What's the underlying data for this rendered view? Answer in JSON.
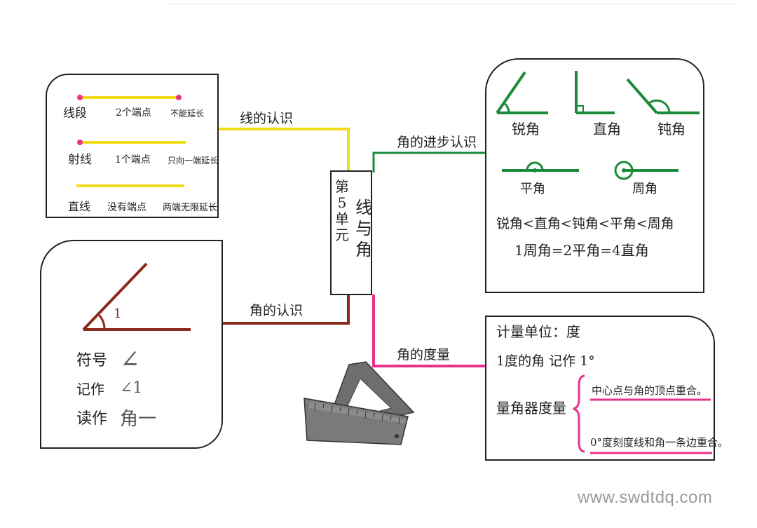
{
  "title": {
    "unit": "第5单元",
    "topic": "线与角"
  },
  "branches": {
    "lines": "线的认识",
    "angle_further": "角的进步认识",
    "angle_basic": "角的认识",
    "angle_measure": "角的度量"
  },
  "lines_box": {
    "segment": {
      "name": "线段",
      "endpoints": "2个端点",
      "extend": "不能延长"
    },
    "ray": {
      "name": "射线",
      "endpoints": "1个端点",
      "extend": "只向一端延长"
    },
    "line": {
      "name": "直线",
      "endpoints": "没有端点",
      "extend": "两端无限延长"
    }
  },
  "angle_box": {
    "angle_mark": "1",
    "symbol_label": "符号",
    "symbol_value": "∠",
    "write_label": "记作",
    "write_value": "∠1",
    "read_label": "读作",
    "read_value": "角一"
  },
  "angle_types": {
    "acute": "锐角",
    "right": "直角",
    "obtuse": "钝角",
    "straight": "平角",
    "full": "周角",
    "order": "锐角<直角<钝角<平角<周角",
    "relation": "1周角=2平角=4直角"
  },
  "measure_box": {
    "unit_line": "计量单位：度",
    "degree_line": "1度的角  记作 1°",
    "protractor_label": "量角器度量",
    "step1": "中心点与角的顶点重合。",
    "step2": "0°度刻度线和角一条边重合。"
  },
  "watermark": "www.swdtdq.com",
  "colors": {
    "yellow": "#f2dc1a",
    "green": "#1a8a3a",
    "brown": "#8b2a1c",
    "pink": "#e8338a",
    "ink": "#222222"
  },
  "icons": [
    "ruler-triangle-icon"
  ]
}
